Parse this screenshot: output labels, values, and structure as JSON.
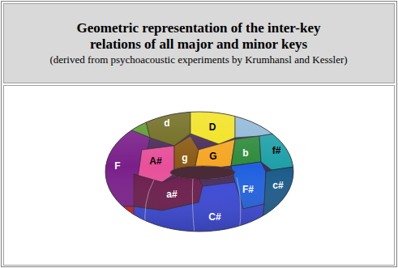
{
  "diagram": {
    "title": "Geometric representation of the inter-key relations of all major and minor keys",
    "labels": [
      "(derived from psychoacoustic experiments by Krumhansl and Kessler)",
      "d",
      "D",
      "F",
      "A#",
      "g",
      "G",
      "b",
      "f#",
      "F#",
      "c#",
      "a#",
      "C#"
    ]
  }
}
